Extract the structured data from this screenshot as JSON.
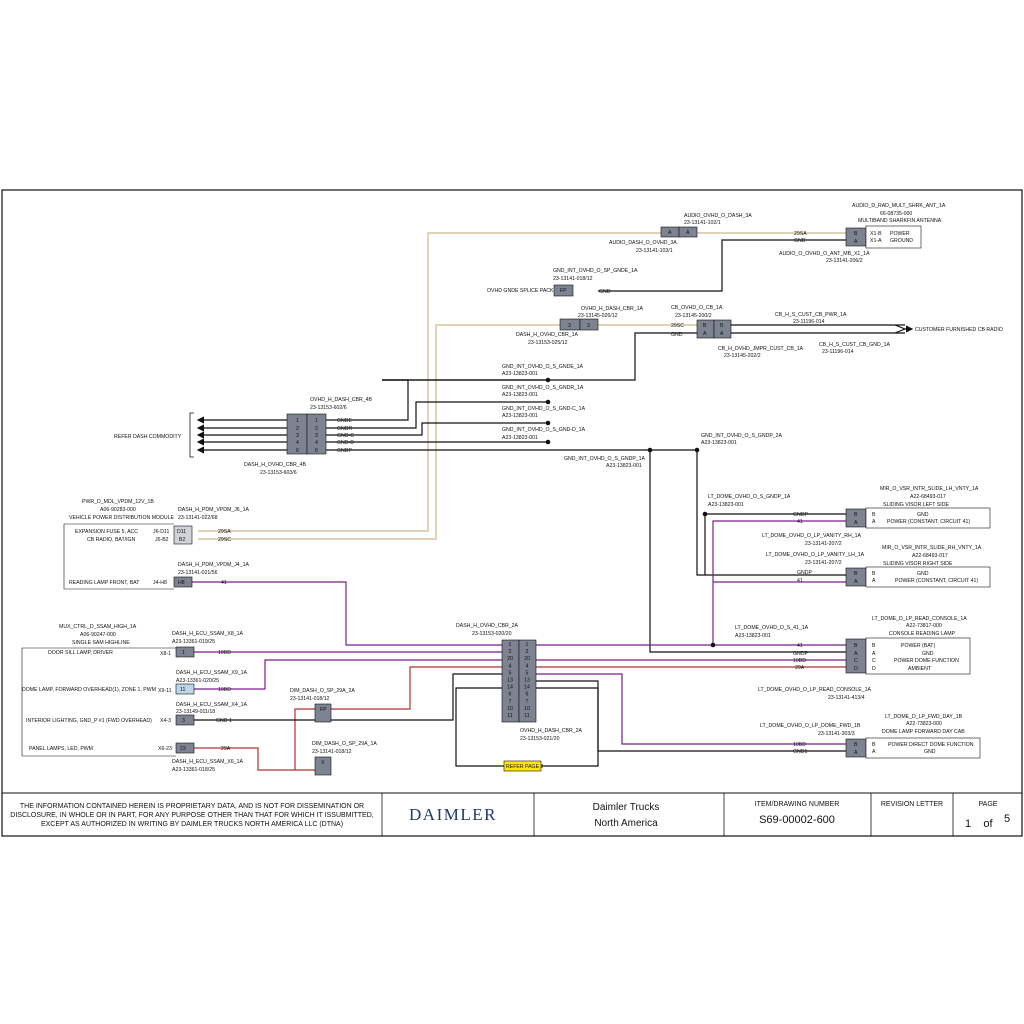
{
  "colors": {
    "tan": "#c9b98a",
    "purple": "#7a1f8c",
    "red": "#b33030",
    "black": "#111111",
    "connector": "#7d8391",
    "yellow": "#ffe800",
    "blue_pin": "#bcd6ea"
  },
  "audio_dash": {
    "name": "AUDIO_OVHD_O_DASH_3A",
    "part": "23-13141-102/1",
    "mate_name": "AUDIO_DASH_O_OVHD_3A",
    "mate_part": "23-13141-103/1",
    "pin": "A"
  },
  "antenna": {
    "name": "AUDIO_D_RAD_MULT_SHRK_ANT_1A",
    "part": "66-08735-000",
    "desc": "MULTIBAND SHARKFIN ANTENNA",
    "mate_name": "AUDIO_O_OVHD_O_ANT_MB_X1_1A",
    "mate_part": "23-13141-206/2",
    "pins": [
      "B",
      "A"
    ],
    "pin_ids": [
      "X1-B",
      "X1-A"
    ],
    "pin_desc": [
      "POWER",
      "GROUND"
    ],
    "wires": [
      "29SA",
      "GND"
    ]
  },
  "gnd_sp": {
    "name": "GND_INT_OVHD_O_SP_GNDE_1A",
    "part": "23-13141-018/12",
    "desc": "OVHD GNDE SPLICE PACK",
    "pin": "FP",
    "wire": "GND"
  },
  "ovhd_dash_cbr": {
    "name": "OVHD_H_DASH_CBR_1A",
    "part": "23-13145-026/12",
    "mate_name": "DASH_H_OVHD_CBR_1A",
    "mate_part": "23-13153-025/12",
    "pins": [
      "3",
      "3"
    ]
  },
  "cb": {
    "name": "CB_OVHD_O_CB_1A",
    "part": "23-13145-200/2",
    "mate_name": "CB_H_OVHD_JMPR_CUST_CB_1A",
    "mate_part": "23-13145-202/2",
    "pins": [
      "B",
      "A"
    ],
    "wires": [
      "29SC",
      "GND"
    ],
    "pwr_name": "CB_H_S_CUST_CB_PWR_1A",
    "pwr_part": "23-11196-014",
    "gnd_name": "CB_H_S_CUST_CB_GND_1A",
    "gnd_part": "23-11196-014",
    "customer": "CUSTOMER FURNISHED CB RADIO"
  },
  "ground_labels": [
    {
      "name": "GND_INT_OVHD_O_S_GNDE_1A",
      "part": "A23-13823-001"
    },
    {
      "name": "GND_INT_OVHD_O_S_GNDR_1A",
      "part": "A23-13823-001"
    },
    {
      "name": "GND_INT_OVHD_O_S_GND-C_1A",
      "part": "A23-13823-001"
    },
    {
      "name": "GND_INT_OVHD_O_S_GND-D_1A",
      "part": "A23-13823-001"
    },
    {
      "name": "GND_INT_OVHD_O_S_GNDP_1A",
      "part": "A23-13823-001"
    },
    {
      "name": "GND_INT_OVHD_O_S_GNDP_2A",
      "part": "A23-13823-001"
    }
  ],
  "ovhd_dash_cbr4": {
    "name": "OVHD_H_DASH_CBR_4B",
    "part": "23-13153-602/6",
    "mate_name": "DASH_H_OVHD_CBR_4B",
    "mate_part": "23-13153-603/6",
    "pins": [
      "1",
      "2",
      "3",
      "4",
      "6"
    ],
    "wires": [
      "GNDE",
      "GNDR",
      "GND-C",
      "GND-D",
      "GNDP"
    ],
    "refer": "REFER DASH COMMODITY"
  },
  "vpdm": {
    "name": "PWR_D_MDL_VPDM_12V_1B",
    "part": "A06-90283-000",
    "desc": "VEHICLE POWER DISTRIBUTION MODULE",
    "conn_name": "DASH_H_PDM_VPDM_J6_1A",
    "conn_part": "23-13141-022/68",
    "rows": [
      "EXPANSION FUSE 5, ACC",
      "CB RADIO, BAT/IGN"
    ],
    "row_ids": [
      "J6-D11",
      "J6-B2"
    ],
    "pins": [
      "D11",
      "B2"
    ],
    "wires": [
      "29SA",
      "29SC"
    ],
    "j4_name": "DASH_H_PDM_VPDM_J4_1A",
    "j4_part": "23-13141-021/56",
    "j4_row": "READING LAMP FRONT, BAT",
    "j4_id": "J4-H8",
    "j4_pin": "H8",
    "j4_wire": "41"
  },
  "ssam": {
    "name": "MUX_CTRL_D_SSAM_HIGH_1A",
    "part": "A06-90247-000",
    "desc": "SINGLE SAM HIGHLINE",
    "rows": [
      "DOOR SILL LAMP, DRIVER",
      "DOME LAMP, FORWARD OVERHEAD(1), ZONE 1, PWM",
      "INTERIOR LIGHTING, GND_P #1 (FWD OVERHEAD)",
      "PANEL LAMPS, LED, PWM"
    ],
    "row_ids": [
      "X8-1",
      "X9-11",
      "X4-3",
      "X6-23"
    ],
    "pins": [
      "1",
      "11",
      "3",
      "23"
    ],
    "wires": [
      "10BD",
      "10BD",
      "GND 1",
      "29A"
    ],
    "conn": [
      {
        "name": "DASH_H_ECU_SSAM_X8_1A",
        "part": "A23-13361-019/25"
      },
      {
        "name": "DASH_H_ECU_SSAM_X9_1A",
        "part": "A23-13361-020/25"
      },
      {
        "name": "DASH_H_ECU_SSAM_X4_1A",
        "part": "23-13149-011/18"
      },
      {
        "name": "DASH_H_ECU_SSAM_X6_1A",
        "part": "A23-13361-018/25"
      }
    ]
  },
  "dim": {
    "name1": "DIM_DASH_O_SP_29A_2A",
    "part1": "23-13141-018/12",
    "pin1": "FP",
    "name2": "DIM_DASH_O_SP_29A_1A",
    "part2": "23-13141-018/12",
    "pin2": "X"
  },
  "dash_ovhd_cbr2": {
    "name": "DASH_H_OVHD_CBR_2A",
    "part": "23-13153-020/20",
    "mate_name": "OVHD_H_DASH_CBR_2A",
    "mate_part": "23-13153-021/20",
    "pins": [
      "1",
      "2",
      "20",
      "4",
      "5",
      "13",
      "14",
      "6",
      "7",
      "10",
      "11"
    ],
    "right_pins": [
      "1",
      "2",
      "20",
      "4",
      "5",
      "13",
      "14",
      "6",
      "7",
      "10",
      "11"
    ],
    "refer": "REFER PAGE 2"
  },
  "visor_lh": {
    "gnd_name": "LT_DOME_OVHD_O_S_GNDP_1A",
    "gnd_part": "A23-13823-001",
    "name": "MIR_O_VSR_INTR_SLIDE_LH_VNTY_1A",
    "part": "A22-68493-017",
    "desc": "SLIDING VISOR LEFT SIDE",
    "conn_name": "LT_DOME_OVHD_O_LP_VANITY_RH_1A",
    "conn_part": "23-13141-207/2",
    "pins": [
      "B",
      "A"
    ],
    "wires": [
      "GNDP",
      "41"
    ],
    "pin_desc": [
      "GND",
      "POWER (CONSTANT, CIRCUIT 41)"
    ]
  },
  "visor_rh": {
    "conn_name": "LT_DOME_OVHD_O_LP_VANITY_LH_1A",
    "conn_part": "23-13141-207/2",
    "name": "MIR_O_VSR_INTR_SLIDE_RH_VNTY_1A",
    "part": "A22-68493-017",
    "desc": "SLIDING VISOR RIGHT SIDE",
    "pins": [
      "B",
      "A"
    ],
    "wires": [
      "GNDP",
      "41"
    ],
    "pin_desc": [
      "GND",
      "POWER (CONSTANT, CIRCUIT 41)"
    ]
  },
  "reading": {
    "splice_name": "LT_DOME_OVHD_O_S_41_1A",
    "splice_part": "A23-13823-001",
    "name": "LT_DOME_D_LP_READ_CONSOLE_1A",
    "part": "A22-73817-000",
    "desc": "CONSOLE READING LAMP",
    "pins": [
      "B",
      "A",
      "C",
      "D"
    ],
    "wires": [
      "41",
      "GNDP",
      "10BD",
      "29A"
    ],
    "pin_ids": [
      "B",
      "A",
      "C",
      "D"
    ],
    "pin_desc": [
      "POWER (BAT)",
      "GND",
      "POWER DOME FUNCTION",
      "AMBIENT"
    ],
    "conn_name": "LT_DOME_OVHD_O_LP_READ_CONSOLE_1A",
    "conn_part": "23-13141-413/4"
  },
  "fwd_day": {
    "conn_name": "LT_DOME_OVHD_O_LP_DOME_FWD_1B",
    "conn_part": "23-13141-303/3",
    "name": "LT_DOME_D_LP_FWD_DAY_1B",
    "part": "A22-73823-000",
    "desc": "DOME LAMP FORWARD DAY CAB",
    "pins": [
      "B",
      "A"
    ],
    "wires": [
      "10BD",
      "GND1"
    ],
    "pin_ids": [
      "B",
      "A"
    ],
    "pin_desc": [
      "POWER DIRECT DOME FUNCTION",
      "GND"
    ]
  },
  "title_block": {
    "disclaimer": [
      "THE INFORMATION CONTAINED HEREIN IS PROPRIETARY DATA, AND IS NOT FOR DISSEMINATION OR",
      "DISCLOSURE, IN WHOLE OR  IN PART, FOR ANY PURPOSE OTHER THAN THAT FOR WHICH IT ISSUBMITTED,",
      "EXCEPT AS AUTHORIZED IN WRITING BY DAIMLER TRUCKS NORTH AMERICA LLC (DTNA)"
    ],
    "logo": "DAIMLER",
    "company": [
      "Daimler Trucks",
      "North America"
    ],
    "item_label": "ITEM/DRAWING NUMBER",
    "item_value": "S69-00002-600",
    "rev_label": "REVISION LETTER",
    "page_label": "PAGE",
    "page_num": "1",
    "page_of": "of",
    "page_total": "5"
  }
}
